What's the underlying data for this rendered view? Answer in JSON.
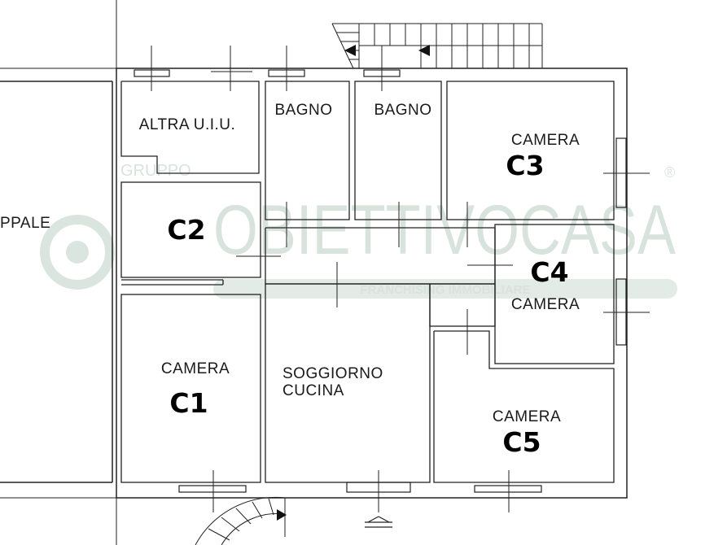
{
  "rooms": {
    "altra": "ALTRA U.I.U.",
    "bagno1": "BAGNO",
    "bagno2": "BAGNO",
    "camera3": "CAMERA",
    "code3": "C3",
    "code2": "C2",
    "camera4": "CAMERA",
    "code4": "C4",
    "camera1": "CAMERA",
    "code1": "C1",
    "soggiorno_line1": "SOGGIORNO",
    "soggiorno_line2": "CUCINA",
    "camera5": "CAMERA",
    "code5": "C5",
    "left_partial": "PPALE"
  },
  "watermark": {
    "small": "GRUPPO",
    "big": "OBIETTIVOCASA",
    "reg": "®",
    "banner": "FRANCHISING IMMOBILIARE"
  },
  "colors": {
    "wall": "#222222",
    "watermark": "#d9e3dd"
  }
}
